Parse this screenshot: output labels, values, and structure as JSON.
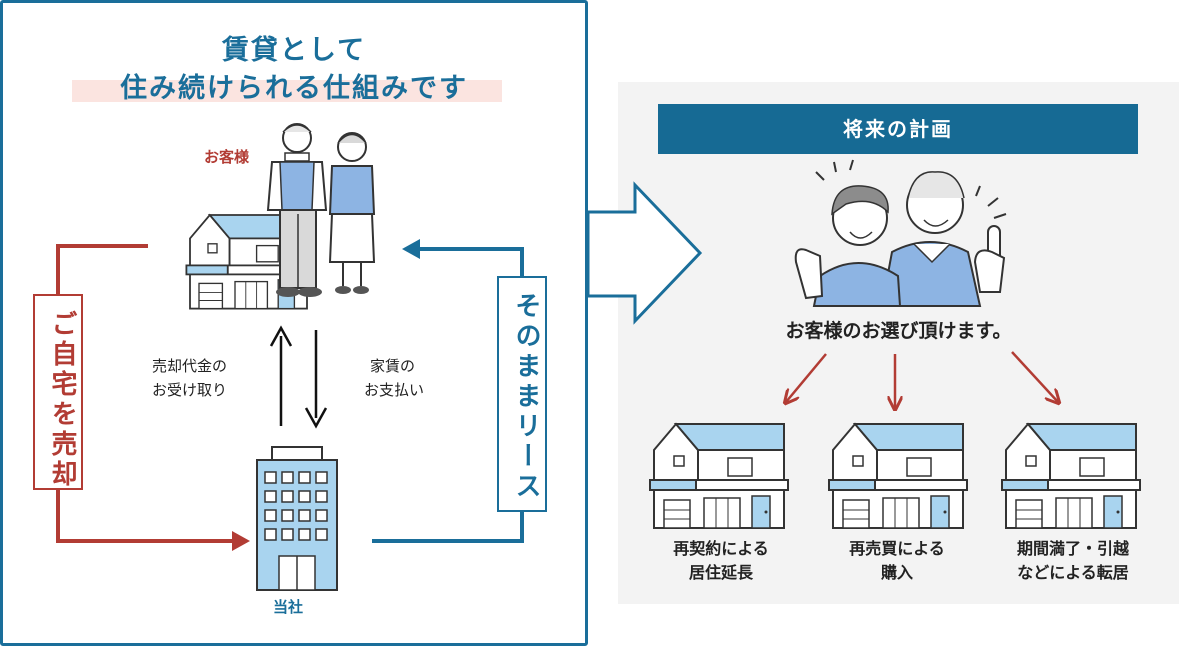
{
  "left": {
    "title_line1": "賃貸として",
    "title_line2": "住み続けられる仕組みです",
    "customer_label": "お客様",
    "company_label": "当社",
    "sell_receive_line1": "売却代金の",
    "sell_receive_line2": "お受け取り",
    "rent_pay_line1": "家賃の",
    "rent_pay_line2": "お支払い",
    "sell_home_label": "ご自宅を売却",
    "lease_label": "そのままリース"
  },
  "right": {
    "plan_title": "将来の計画",
    "choose_text": "お客様のお選び頂けます。",
    "options": [
      {
        "line1": "再契約による",
        "line2": "居住延長"
      },
      {
        "line1": "再売買による",
        "line2": "購入"
      },
      {
        "line1": "期間満了・引越",
        "line2": "などによる転居"
      }
    ]
  },
  "colors": {
    "blue": "#1a6e9a",
    "red": "#b23c34",
    "light_blue": "#a9d4ef",
    "panel_gray": "#f3f3f3"
  }
}
